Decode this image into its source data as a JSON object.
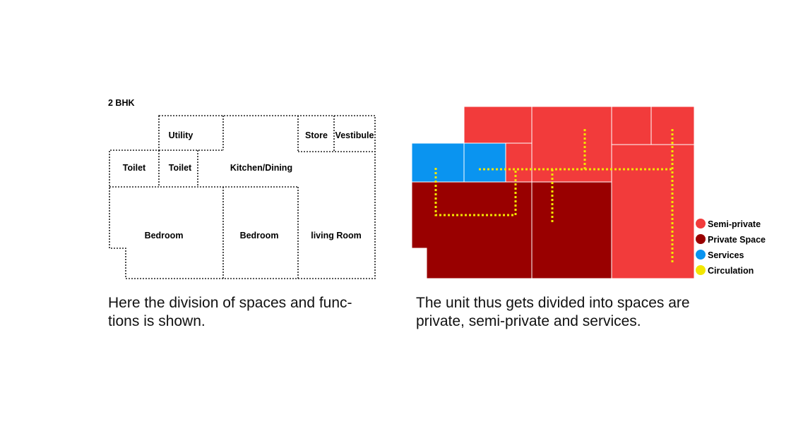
{
  "plan": {
    "title": "2 BHK",
    "rooms": [
      {
        "id": "utility",
        "label": "Utility"
      },
      {
        "id": "store",
        "label": "Store"
      },
      {
        "id": "vestibule",
        "label": "Vestibule"
      },
      {
        "id": "toilet-1",
        "label": "Toilet"
      },
      {
        "id": "toilet-2",
        "label": "Toilet"
      },
      {
        "id": "kitchen-dining",
        "label": "Kitchen/Dining"
      },
      {
        "id": "bedroom-1",
        "label": "Bedroom"
      },
      {
        "id": "bedroom-2",
        "label": "Bedroom"
      },
      {
        "id": "living-room",
        "label": "living Room"
      }
    ]
  },
  "zoning": {
    "colors": {
      "semi_private": "#f23b3b",
      "private": "#990000",
      "services": "#0a94f0",
      "circulation": "#f2e600"
    },
    "legend": [
      {
        "key": "semi_private",
        "label": "Semi-private"
      },
      {
        "key": "private",
        "label": "Private Space"
      },
      {
        "key": "services",
        "label": "Services"
      },
      {
        "key": "circulation",
        "label": "Circulation"
      }
    ]
  },
  "captions": {
    "left": "Here the division of spaces and func-tions is shown.",
    "right": "The unit thus gets divided into spaces are private, semi-private and services."
  }
}
